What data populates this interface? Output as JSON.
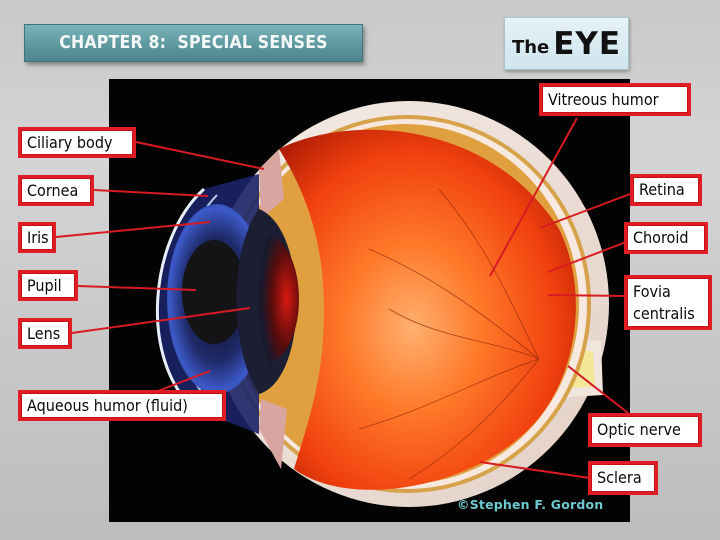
{
  "header": {
    "chapter_title": "CHAPTER 8:  SPECIAL SENSES",
    "slide_title_prefix": "The",
    "slide_title_main": "EYE"
  },
  "diagram": {
    "credit": "©Stephen F. Gordon",
    "labels": {
      "ciliary_body": "Ciliary body",
      "cornea": "Cornea",
      "iris": "Iris",
      "pupil": "Pupil",
      "lens": "Lens",
      "aqueous_humor": "Aqueous humor (fluid)",
      "vitreous_humor": "Vitreous humor",
      "retina": "Retina",
      "choroid": "Choroid",
      "fovea_line1": "Fovia",
      "fovea_line2": "centralis",
      "optic_nerve": "Optic nerve",
      "sclera": "Sclera"
    }
  },
  "colors": {
    "banner": "#5d999f",
    "label_border": "#e01c24",
    "leader_line": "#d81b23",
    "background": "#c9c9c9",
    "panel": "#030303",
    "credit": "#6ec9cf"
  }
}
